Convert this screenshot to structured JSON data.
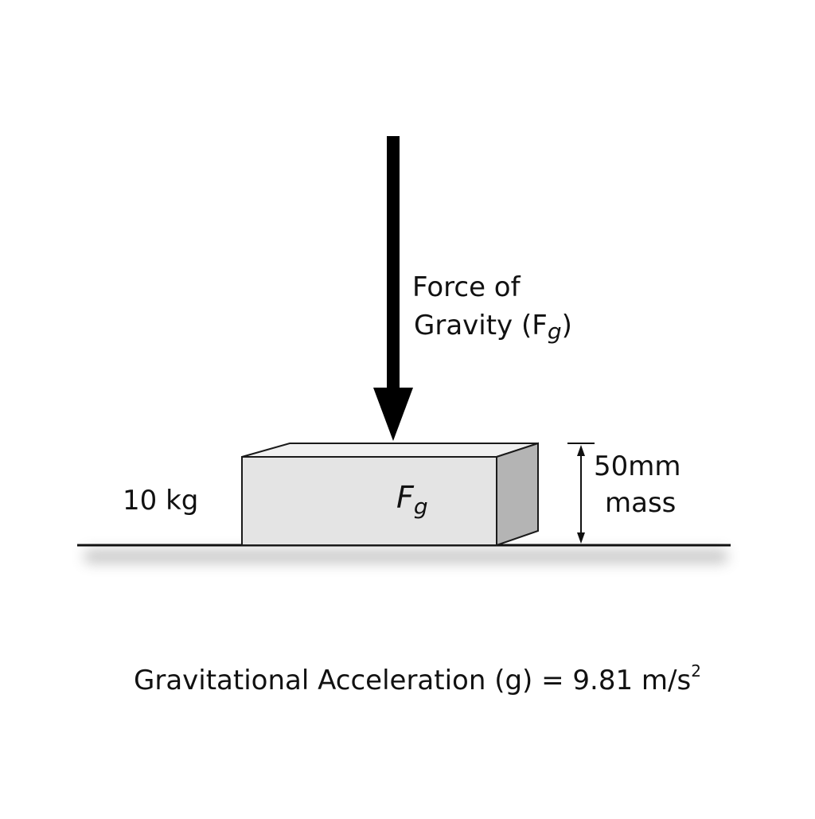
{
  "force_label": {
    "line1": "Force of",
    "line2_prefix": "Gravity (F",
    "line2_sub": "g",
    "line2_suffix": ")"
  },
  "block_symbol": {
    "main": "F",
    "sub": "g"
  },
  "mass_label": "10 kg",
  "dimension_label": {
    "line1": "50mm",
    "line2": "mass"
  },
  "footer": {
    "text": "Gravitational Acceleration (g) = 9.81 m/s",
    "superscript": "2"
  },
  "colors": {
    "arrow": "#000000",
    "block_front": "#e4e4e4",
    "block_top": "#f0f0f0",
    "block_side": "#b4b4b4",
    "outline": "#1a1a1a",
    "ground": "#111111"
  }
}
